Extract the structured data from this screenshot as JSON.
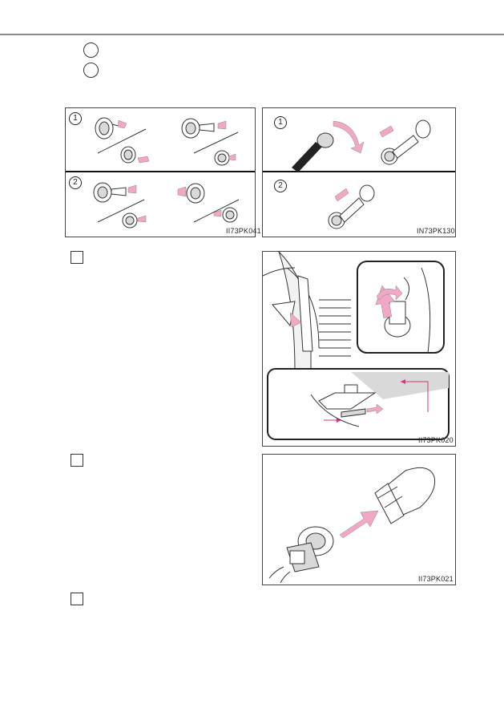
{
  "header": {
    "rule_color": "#8a8a8a"
  },
  "colors": {
    "arrow_pink": "#f2a7c4",
    "outline": "#333333",
    "shade": "#d9d9d9",
    "callout_pink": "#d6337c"
  },
  "figures": [
    {
      "code": "II73PK041",
      "step_markers": [
        "1",
        "2"
      ],
      "icons": [
        "clip-remove-icon",
        "clip-install-icon"
      ]
    },
    {
      "code": "IN73PK130",
      "step_markers": [
        "1",
        "2"
      ],
      "icons": [
        "screwdriver-icon",
        "clip-remove-icon",
        "clip-install-icon"
      ]
    },
    {
      "code": "II73PK020",
      "icons": [
        "headlight-housing-icon",
        "bulb-socket-icon",
        "release-arrow-icon"
      ]
    },
    {
      "code": "II73PK021",
      "icons": [
        "bulb-icon",
        "bulb-socket-icon",
        "insert-arrow-icon"
      ]
    }
  ]
}
